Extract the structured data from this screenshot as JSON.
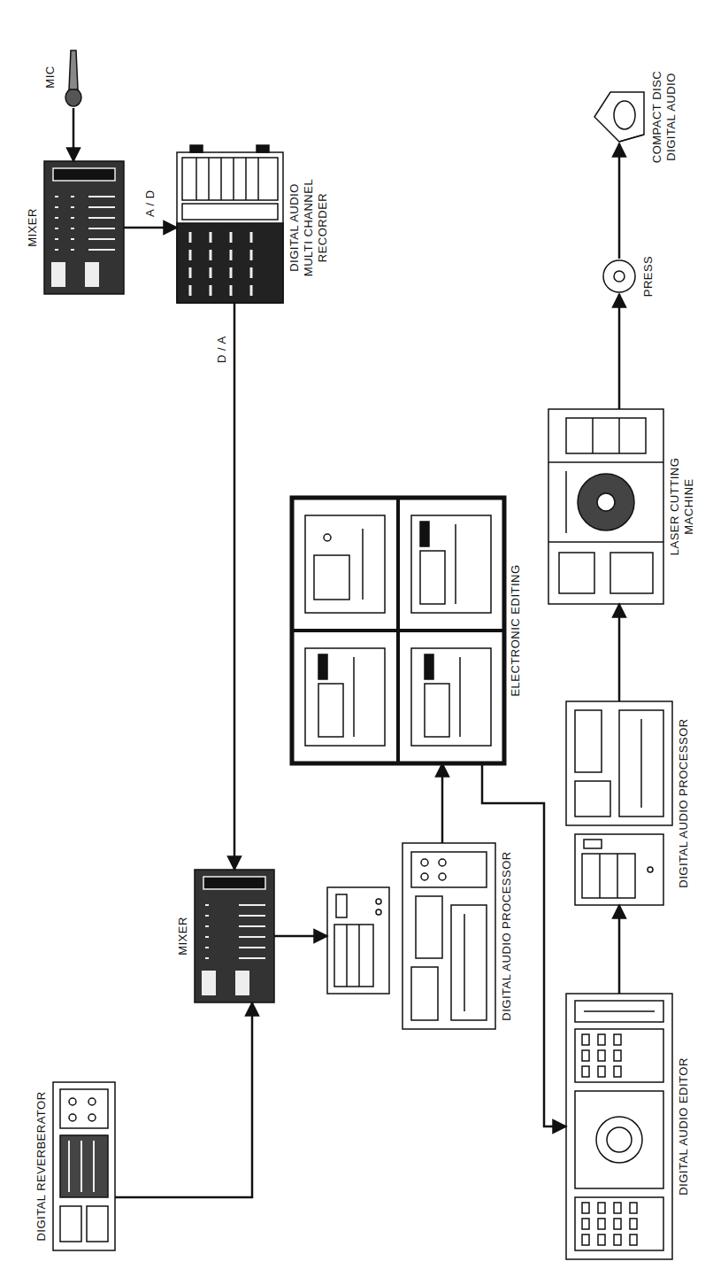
{
  "diagram": {
    "nodes": [
      {
        "text": [
          "MIC"
        ]
      },
      {
        "text": [
          "MIXER"
        ]
      },
      {
        "text": [
          "DIGITAL AUDIO MULTI CHANNEL RECORDER"
        ]
      },
      {
        "text": [
          "DIGITAL REVERBERATOR"
        ]
      },
      {
        "text": [
          "MIXER"
        ]
      },
      {
        "text": [
          "DIGITAL AUDIO PROCESSOR"
        ]
      },
      {
        "text": [
          "ELECTRONIC EDITING"
        ]
      },
      {
        "text": [
          "DIGITAL AUDIO EDITOR"
        ]
      },
      {
        "text": [
          "DIGITAL AUDIO PROCESSOR"
        ]
      },
      {
        "text": [
          "LASER CUTTING MACHINE"
        ]
      },
      {
        "text": [
          "PRESS"
        ]
      },
      {
        "text": [
          "COMPACT DISC DIGITAL AUDIO"
        ]
      }
    ],
    "edges": [
      {
        "from": 0,
        "to": 1,
        "arrow": "to"
      },
      {
        "from": 1,
        "to": 2,
        "label": "A / D",
        "arrow": "to"
      },
      {
        "from": 2,
        "to": 4,
        "label": "D / A",
        "arrow": "to"
      },
      {
        "from": 3,
        "to": 4,
        "arrow": "to"
      },
      {
        "from": 4,
        "to": 5,
        "arrow": "to"
      },
      {
        "from": 5,
        "to": 6,
        "arrow": "to"
      },
      {
        "from": 6,
        "to": 7,
        "arrow": "to"
      },
      {
        "from": 7,
        "to": 8,
        "arrow": "to"
      },
      {
        "from": 8,
        "to": 9,
        "arrow": "to"
      },
      {
        "from": 9,
        "to": 10,
        "arrow": "to"
      },
      {
        "from": 10,
        "to": 11,
        "arrow": "to"
      }
    ]
  }
}
